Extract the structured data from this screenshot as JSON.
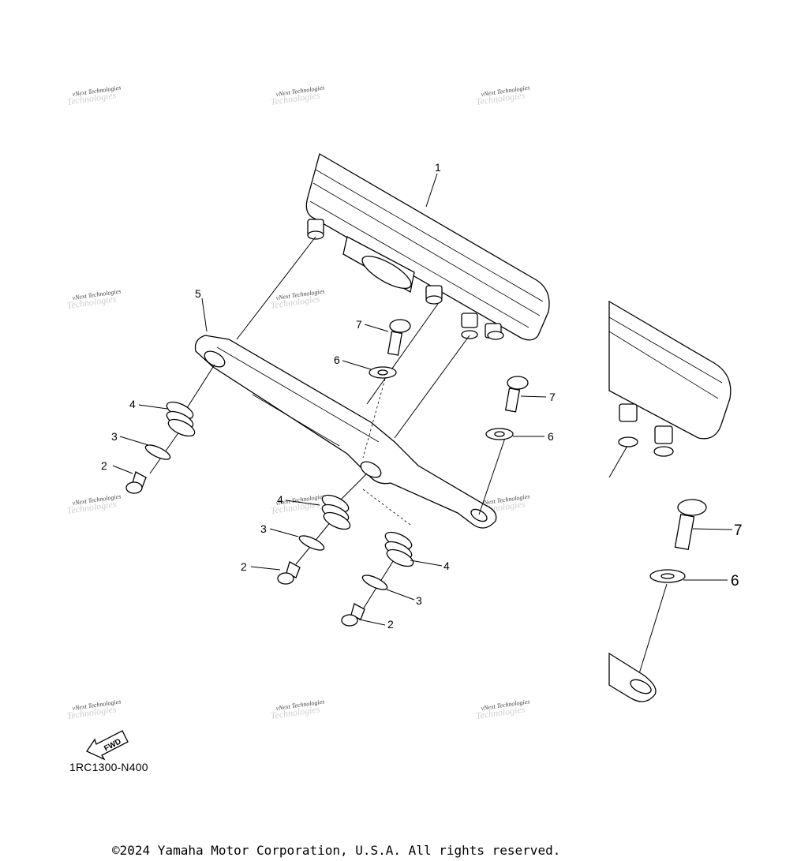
{
  "callouts": {
    "c1": "1",
    "c2a": "2",
    "c2b": "2",
    "c2c": "2",
    "c3a": "3",
    "c3b": "3",
    "c3c": "3",
    "c4a": "4",
    "c4b": "4",
    "c4c": "4",
    "c5": "5",
    "c6a": "6",
    "c6b": "6",
    "c7a": "7",
    "c7b": "7",
    "c6_detail": "6",
    "c7_detail": "7"
  },
  "watermark": {
    "line1": "vNext Technologies",
    "line2": "Technologies"
  },
  "fwd_label": "FWD",
  "diagram_code": "1RC1300-N400",
  "copyright": "©2024 Yamaha Motor Corporation, U.S.A. All rights reserved."
}
